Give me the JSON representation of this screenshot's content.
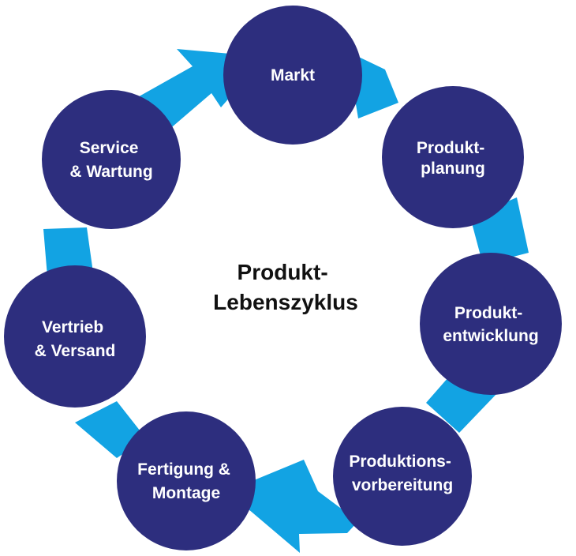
{
  "title": {
    "line1": "Produkt-",
    "line2": "Lebenszyklus"
  },
  "colors": {
    "node": "#2d2e7e",
    "arrow": "#12a3e3",
    "title": "#111111",
    "label": "#ffffff"
  },
  "stages": [
    {
      "id": "markt",
      "lines": [
        "Markt",
        ""
      ]
    },
    {
      "id": "produktplanung",
      "lines": [
        "Produkt-",
        "planung"
      ]
    },
    {
      "id": "produktentwicklung",
      "lines": [
        "Produkt-",
        "entwicklung"
      ]
    },
    {
      "id": "produktionsvorbereitung",
      "lines": [
        "Produktions-",
        "vorbereitung"
      ]
    },
    {
      "id": "fertigung-montage",
      "lines": [
        "Fertigung &",
        "Montage"
      ]
    },
    {
      "id": "vertrieb-versand",
      "lines": [
        "Vertrieb",
        "& Versand"
      ]
    },
    {
      "id": "service-wartung",
      "lines": [
        "Service",
        "& Wartung"
      ]
    }
  ]
}
